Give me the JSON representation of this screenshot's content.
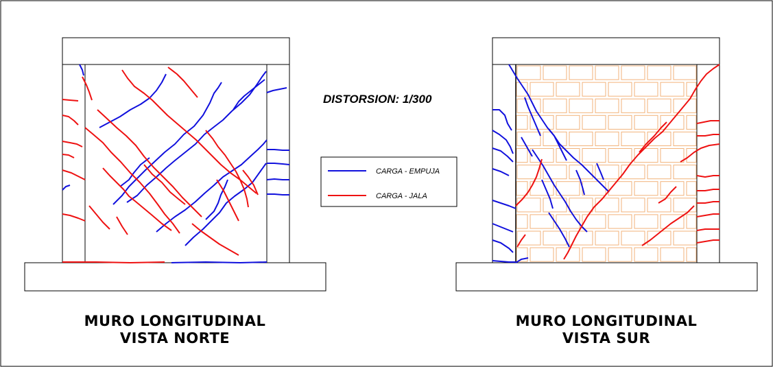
{
  "distortion_label": "DISTORSION: 1/300",
  "legend": {
    "push_label": "CARGA - EMPUJA",
    "pull_label": "CARGA - JALA"
  },
  "colors": {
    "push": "#1010dd",
    "pull": "#ee1111",
    "brick": "#f2b27a",
    "outline": "#000000"
  },
  "north_wall": {
    "title_line1": "MURO LONGITUDINAL",
    "title_line2": "VISTA NORTE"
  },
  "south_wall": {
    "title_line1": "MURO LONGITUDINAL",
    "title_line2": "VISTA SUR"
  }
}
